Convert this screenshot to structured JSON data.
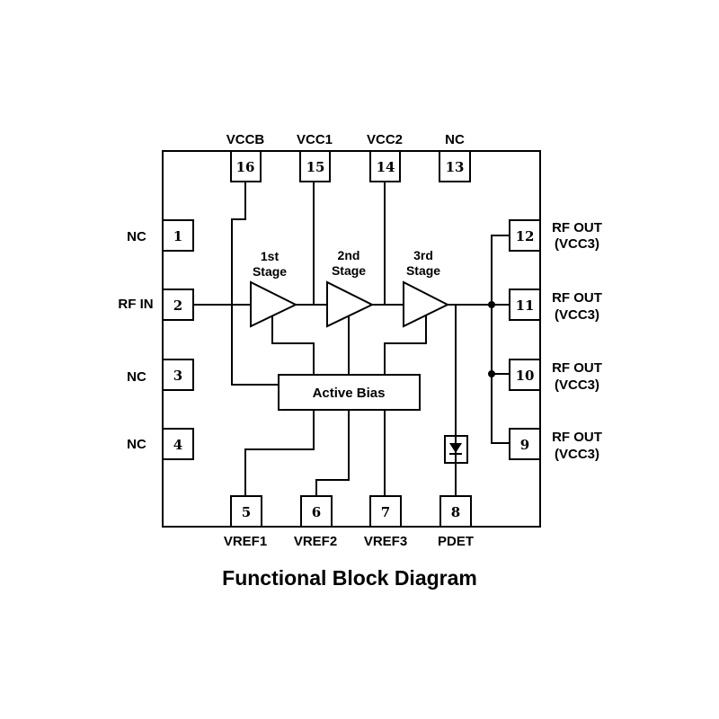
{
  "title": "Functional Block Diagram",
  "pins": {
    "p1": {
      "number": "1",
      "label": "NC"
    },
    "p2": {
      "number": "2",
      "label": "RF IN"
    },
    "p3": {
      "number": "3",
      "label": "NC"
    },
    "p4": {
      "number": "4",
      "label": "NC"
    },
    "p5": {
      "number": "5",
      "label": "VREF1"
    },
    "p6": {
      "number": "6",
      "label": "VREF2"
    },
    "p7": {
      "number": "7",
      "label": "VREF3"
    },
    "p8": {
      "number": "8",
      "label": "PDET"
    },
    "p9": {
      "number": "9",
      "label": "RF OUT",
      "sublabel": "(VCC3)"
    },
    "p10": {
      "number": "10",
      "label": "RF OUT",
      "sublabel": "(VCC3)"
    },
    "p11": {
      "number": "11",
      "label": "RF OUT",
      "sublabel": "(VCC3)"
    },
    "p12": {
      "number": "12",
      "label": "RF OUT",
      "sublabel": "(VCC3)"
    },
    "p13": {
      "number": "13",
      "label": "NC"
    },
    "p14": {
      "number": "14",
      "label": "VCC2"
    },
    "p15": {
      "number": "15",
      "label": "VCC1"
    },
    "p16": {
      "number": "16",
      "label": "VCCB"
    }
  },
  "stages": [
    {
      "line1": "1st",
      "line2": "Stage"
    },
    {
      "line1": "2nd",
      "line2": "Stage"
    },
    {
      "line1": "3rd",
      "line2": "Stage"
    }
  ],
  "bias_block": {
    "label": "Active Bias"
  },
  "detector": {
    "type": "diode"
  }
}
